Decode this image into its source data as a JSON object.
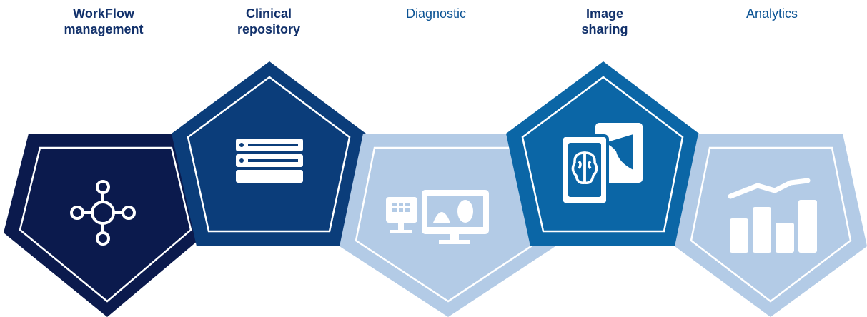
{
  "labels": [
    {
      "line1": "WorkFlow",
      "line2": "management",
      "bold": true
    },
    {
      "line1": "Clinical",
      "line2": "repository",
      "bold": true
    },
    {
      "line1": "Diagnostic",
      "line2": "",
      "bold": false
    },
    {
      "line1": "Image",
      "line2": "sharing",
      "bold": true
    },
    {
      "line1": "Analytics",
      "line2": "",
      "bold": false
    }
  ],
  "colors": {
    "navy": "#0b1a4d",
    "darkBlue": "#0b3d7a",
    "midBlue": "#0b66a6",
    "lightBlue": "#b3cbe6",
    "label": "#1f5d9c"
  },
  "icons": [
    "network-hub-icon",
    "server-stack-icon",
    "workstation-monitors-icon",
    "image-sharing-icon",
    "bar-chart-trend-icon"
  ]
}
